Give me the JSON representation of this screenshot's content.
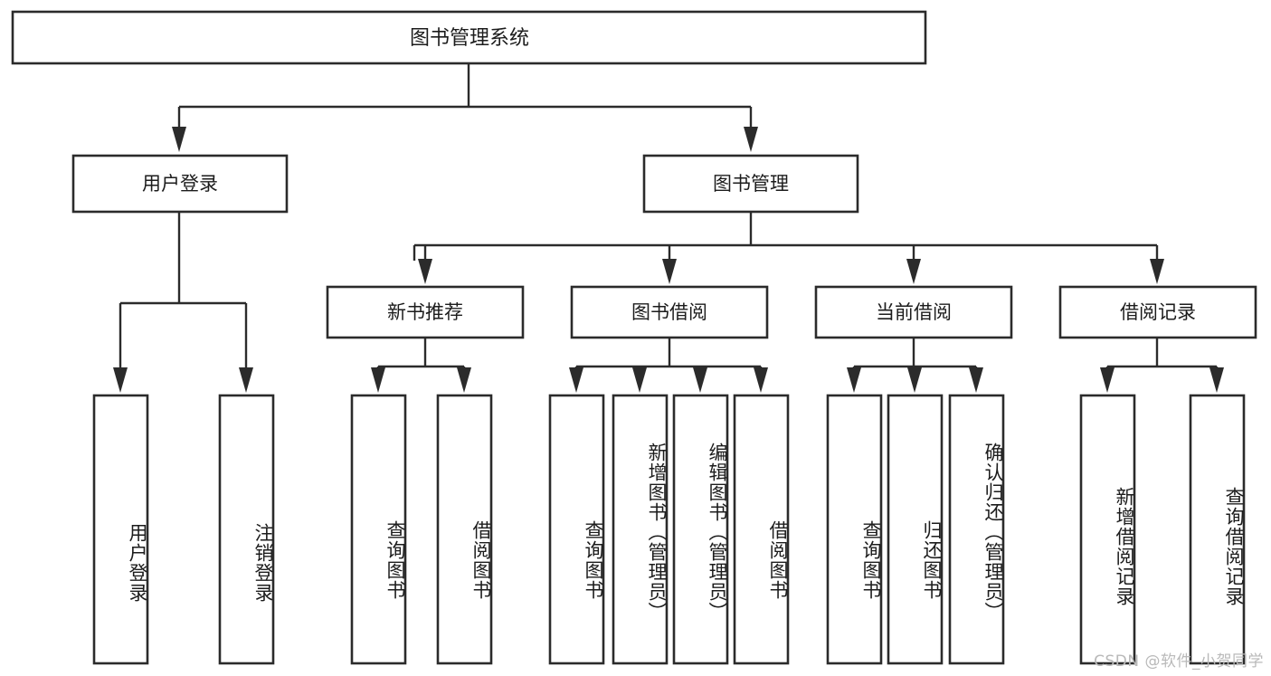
{
  "diagram": {
    "kind": "hierarchy-tree",
    "title": "图书管理系统",
    "colors": {
      "box_fill": "#ffffff",
      "box_stroke": "#2b2b2b",
      "connector": "#2b2b2b",
      "text": "#1c1c1c",
      "background": "#ffffff",
      "watermark": "#b9b9b9"
    },
    "root": {
      "label": "图书管理系统",
      "orientation": "horizontal"
    },
    "level2": [
      {
        "label": "用户登录",
        "orientation": "horizontal"
      },
      {
        "label": "图书管理",
        "orientation": "horizontal"
      }
    ],
    "level3": [
      {
        "label": "新书推荐",
        "orientation": "horizontal",
        "parent": "图书管理"
      },
      {
        "label": "图书借阅",
        "orientation": "horizontal",
        "parent": "图书管理"
      },
      {
        "label": "当前借阅",
        "orientation": "horizontal",
        "parent": "图书管理"
      },
      {
        "label": "借阅记录",
        "orientation": "horizontal",
        "parent": "图书管理"
      }
    ],
    "leaves": [
      {
        "label": "用户登录",
        "parent": "用户登录",
        "orientation": "vertical"
      },
      {
        "label": "注销登录",
        "parent": "用户登录",
        "orientation": "vertical"
      },
      {
        "label": "查询图书",
        "parent": "新书推荐",
        "orientation": "vertical"
      },
      {
        "label": "借阅图书",
        "parent": "新书推荐",
        "orientation": "vertical"
      },
      {
        "label": "查询图书",
        "parent": "图书借阅",
        "orientation": "vertical"
      },
      {
        "label": "新增图书（管理员）",
        "parent": "图书借阅",
        "orientation": "vertical"
      },
      {
        "label": "编辑图书（管理员）",
        "parent": "图书借阅",
        "orientation": "vertical"
      },
      {
        "label": "借阅图书",
        "parent": "图书借阅",
        "orientation": "vertical"
      },
      {
        "label": "查询图书",
        "parent": "当前借阅",
        "orientation": "vertical"
      },
      {
        "label": "归还图书",
        "parent": "当前借阅",
        "orientation": "vertical"
      },
      {
        "label": "确认归还（管理员）",
        "parent": "当前借阅",
        "orientation": "vertical"
      },
      {
        "label": "新增借阅记录",
        "parent": "借阅记录",
        "orientation": "vertical"
      },
      {
        "label": "查询借阅记录",
        "parent": "借阅记录",
        "orientation": "vertical"
      }
    ],
    "watermark": "CSDN @软件_小贺同学"
  }
}
